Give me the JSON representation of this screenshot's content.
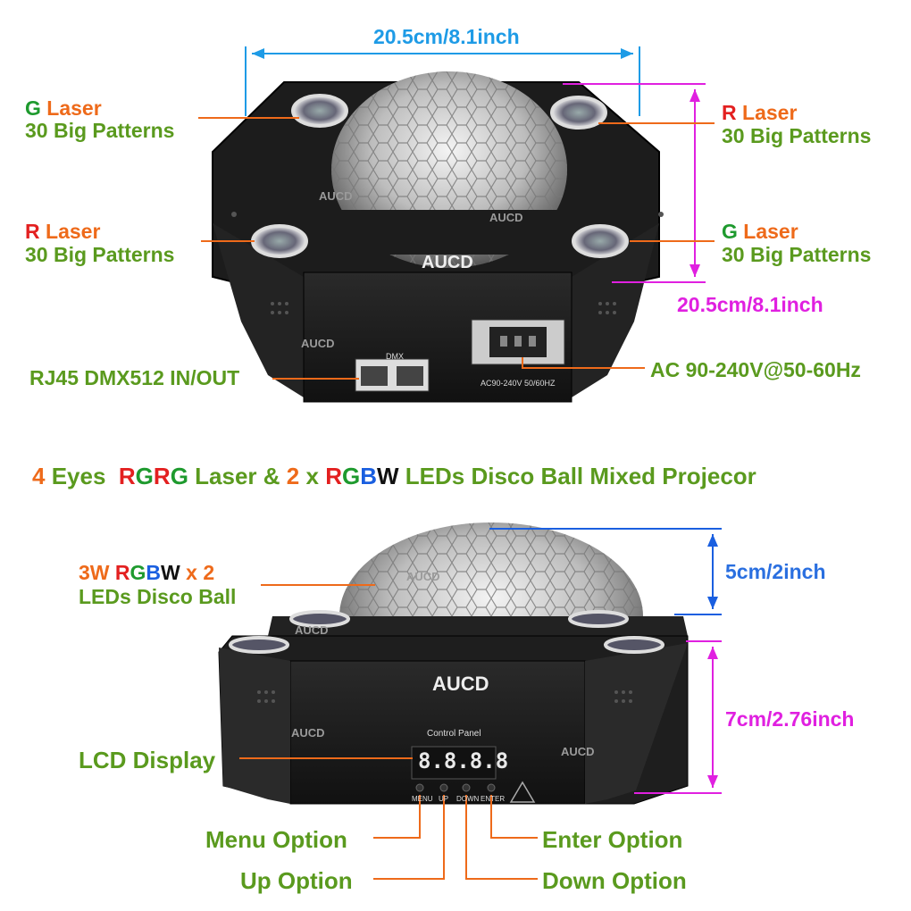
{
  "top_view": {
    "width_dim": "20.5cm/8.1inch",
    "depth_dim": "20.5cm/8.1inch",
    "left_top": {
      "color": "G",
      "laser": "Laser",
      "patterns": "30 Big Patterns"
    },
    "left_bottom": {
      "color": "R",
      "laser": "Laser",
      "patterns": "30 Big Patterns"
    },
    "right_top": {
      "color": "R",
      "laser": "Laser",
      "patterns": "30 Big Patterns"
    },
    "right_bottom": {
      "color": "G",
      "laser": "Laser",
      "patterns": "30 Big Patterns"
    },
    "rj45": "RJ45 DMX512 IN/OUT",
    "ac": "AC 90-240V@50-60Hz",
    "dmx_text": "DMX",
    "power_text": "AC90-240V 50/60HZ",
    "logo": "AUCD",
    "watermarks": [
      "AUCD",
      "AUCD",
      "AUCD"
    ]
  },
  "headline": {
    "count": "4",
    "eyes": "Eyes",
    "r1": "R",
    "g1": "G",
    "r2": "R",
    "g2": "G",
    "laser_and": "Laser &",
    "two": "2",
    "x": "x",
    "lr": "R",
    "lg": "G",
    "lb": "B",
    "lw": "W",
    "rest": "LEDs Disco Ball Mixed Projecor"
  },
  "front_view": {
    "led_prefix": "3W",
    "led_r": "R",
    "led_g": "G",
    "led_b": "B",
    "led_w": "W",
    "led_suffix": "x 2",
    "led_line2": "LEDs Disco Ball",
    "height_top": "5cm/2inch",
    "height_body": "7cm/2.76inch",
    "lcd": "LCD Display",
    "menu": "Menu Option",
    "up": "Up Option",
    "enter": "Enter Option",
    "down": "Down Option",
    "control_panel": "Control Panel",
    "display_digits": "8.8.8.8",
    "btn_menu": "MENU",
    "btn_up": "UP",
    "btn_down": "DOWN",
    "btn_enter": "ENTER",
    "logo": "AUCD",
    "watermarks": [
      "AUCD",
      "AUCD",
      "AUCD",
      "AUCD"
    ]
  }
}
